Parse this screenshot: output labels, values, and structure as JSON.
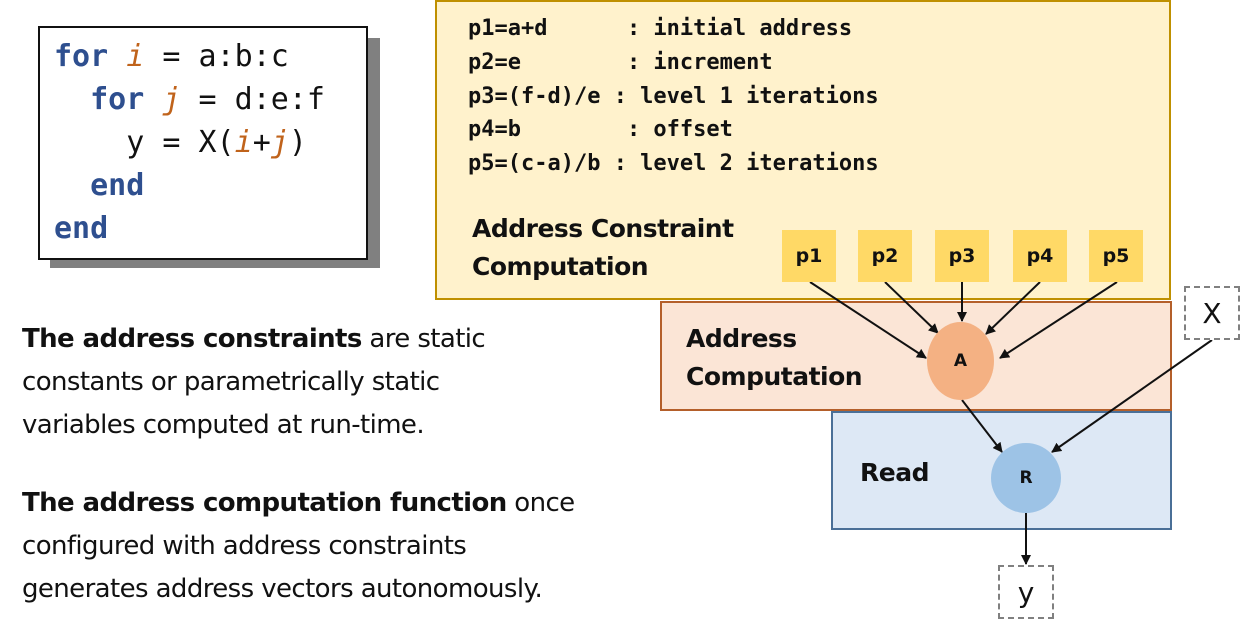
{
  "code": {
    "lines": [
      {
        "parts": [
          {
            "t": "for",
            "c": "kw"
          },
          {
            "t": " ",
            "c": ""
          },
          {
            "t": "i",
            "c": "var"
          },
          {
            "t": " = a:b:c",
            "c": ""
          }
        ]
      },
      {
        "parts": [
          {
            "t": "  ",
            "c": ""
          },
          {
            "t": "for",
            "c": "kw"
          },
          {
            "t": " ",
            "c": ""
          },
          {
            "t": "j",
            "c": "var"
          },
          {
            "t": " = d:e:f",
            "c": ""
          }
        ]
      },
      {
        "parts": [
          {
            "t": "    y = X(",
            "c": ""
          },
          {
            "t": "i",
            "c": "var"
          },
          {
            "t": "+",
            "c": ""
          },
          {
            "t": "j",
            "c": "var"
          },
          {
            "t": ")",
            "c": ""
          }
        ]
      },
      {
        "parts": [
          {
            "t": "  ",
            "c": ""
          },
          {
            "t": "end",
            "c": "kw"
          }
        ]
      },
      {
        "parts": [
          {
            "t": "end",
            "c": "kw"
          }
        ]
      }
    ]
  },
  "params": [
    "p1=a+d      : initial address",
    "p2=e        : increment",
    "p3=(f-d)/e : level 1 iterations",
    "p4=b        : offset",
    "p5=(c-a)/b : level 2 iterations"
  ],
  "regions": {
    "constraint": {
      "line1": "Address Constraint",
      "line2": "Computation"
    },
    "address": {
      "line1": "Address",
      "line2": "Computation"
    },
    "read": {
      "label": "Read"
    }
  },
  "param_boxes": [
    "p1",
    "p2",
    "p3",
    "p4",
    "p5"
  ],
  "nodes": {
    "a": "A",
    "r": "R",
    "x": "X",
    "y": "y"
  },
  "paragraphs": {
    "first": {
      "bold": "The address constraints",
      "rest1": " are static",
      "line2": "constants or parametrically static",
      "line3": "variables computed at run-time."
    },
    "second": {
      "bold": "The address computation function",
      "rest1": " once",
      "line2": "configured with address constraints",
      "line3": "generates address vectors autonomously."
    }
  },
  "colors": {
    "keyword": "#2e4f8f",
    "loop_var": "#c0631b",
    "constraint_fill": "#fff2cc",
    "address_fill": "#fbe5d6",
    "read_fill": "#dde8f5",
    "param_box": "#ffd966",
    "node_a": "#f4b183",
    "node_r": "#9dc3e6"
  }
}
